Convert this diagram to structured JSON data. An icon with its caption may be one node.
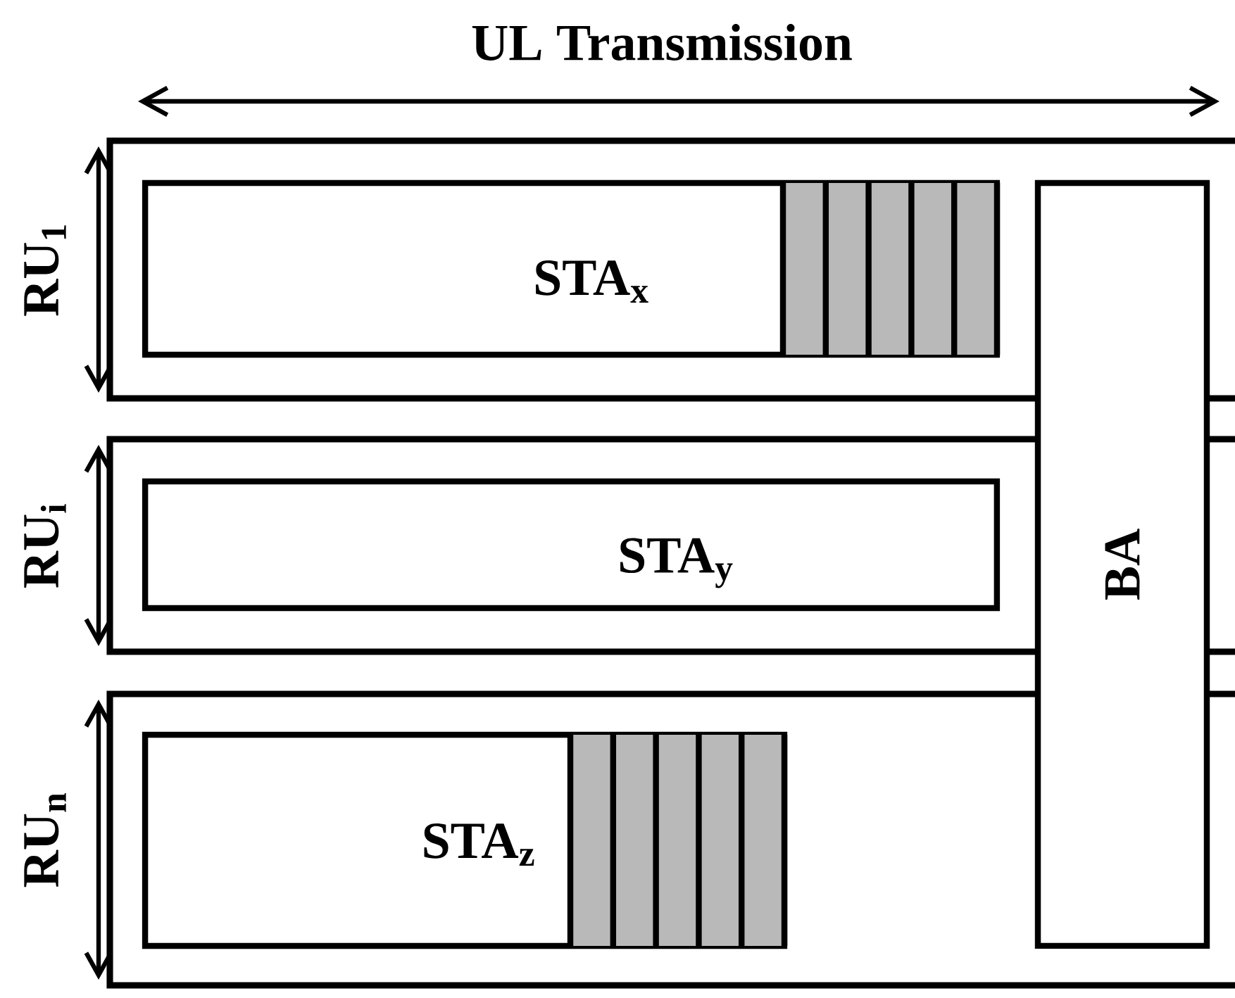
{
  "diagram": {
    "title": "UL Transmission",
    "nodes": [
      {
        "text": [
          "RU$_{1}$"
        ]
      },
      {
        "text": [
          "STA$_{x}$"
        ],
        "in": 0
      },
      {
        "text": [
          "RU$_{i}$"
        ]
      },
      {
        "text": [
          "STA$_{y}$"
        ],
        "in": 2
      },
      {
        "text": [
          "RU$_{n}$"
        ]
      },
      {
        "text": [
          "STA$_{z}$"
        ],
        "in": 4
      },
      {
        "text": [
          "BA"
        ]
      }
    ]
  }
}
